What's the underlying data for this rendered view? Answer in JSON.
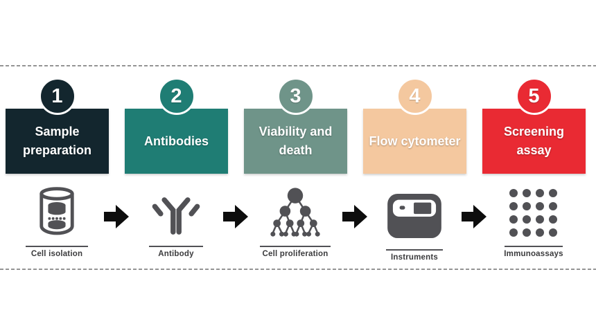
{
  "palette": {
    "dash_gray": "#949494",
    "icon_gray": "#515155",
    "label_gray": "#3b3b3d",
    "arrow_black": "#0d0d0d",
    "step_text_white": "#ffffff"
  },
  "steps": [
    {
      "number": "1",
      "label": "Sample preparation",
      "color": "#13262e"
    },
    {
      "number": "2",
      "label": "Antibodies",
      "color": "#1f7d74"
    },
    {
      "number": "3",
      "label": "Viability and death",
      "color": "#6f9489"
    },
    {
      "number": "4",
      "label": "Flow cytometer",
      "color": "#f4c89f"
    },
    {
      "number": "5",
      "label": "Screening assay",
      "color": "#e92a33"
    }
  ],
  "workflow": {
    "items": [
      {
        "icon": "cell-isolation-icon",
        "label": "Cell isolation"
      },
      {
        "icon": "antibody-icon",
        "label": "Antibody"
      },
      {
        "icon": "cell-proliferation-icon",
        "label": "Cell proliferation"
      },
      {
        "icon": "instruments-icon",
        "label": "Instruments"
      },
      {
        "icon": "immunoassays-icon",
        "label": "Immunoassays"
      }
    ]
  }
}
